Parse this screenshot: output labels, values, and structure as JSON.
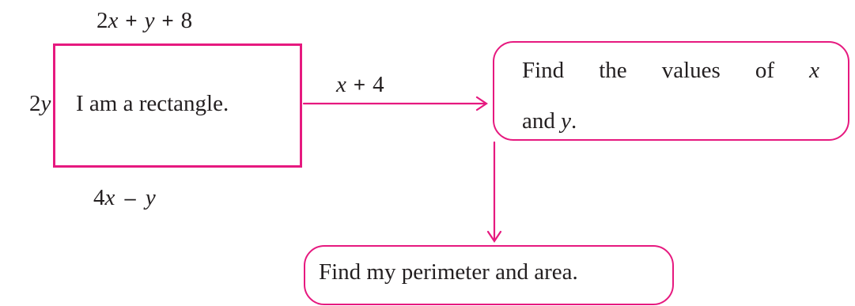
{
  "rectangle": {
    "text": "I am a rectangle.",
    "top_side": {
      "coef": "2",
      "var1": "x",
      "op1": "+",
      "var2": "y",
      "op2": "+",
      "const": "8"
    },
    "left_side": {
      "coef": "2",
      "var": "y"
    },
    "bottom_side": {
      "coef": "4",
      "var1": "x",
      "op": "–",
      "var2": "y"
    },
    "right_side": {
      "var": "x",
      "op": "+",
      "const": "4"
    }
  },
  "callout_values": {
    "words": [
      "Find",
      "the",
      "values",
      "of"
    ],
    "var_x": "x",
    "and": "and",
    "var_y": "y",
    "period": "."
  },
  "callout_perimeter": {
    "text": "Find my perimeter and area."
  },
  "colors": {
    "accent": "#e6197f",
    "text": "#231f20"
  }
}
